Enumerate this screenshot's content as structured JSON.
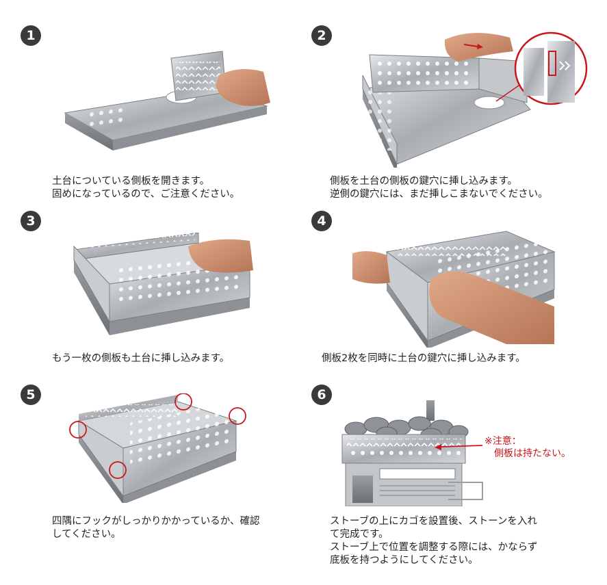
{
  "steps": [
    {
      "number": "1",
      "lines": [
        "土台についている側板を開きます。",
        "固めになっているので、ご注意ください。"
      ]
    },
    {
      "number": "2",
      "lines": [
        "側板を土台の側板の鍵穴に挿し込みます。",
        "逆側の鍵穴には、まだ挿しこまないでください。"
      ]
    },
    {
      "number": "3",
      "lines": [
        "もう一枚の側板も土台に挿し込みます。"
      ]
    },
    {
      "number": "4",
      "lines": [
        "側板2枚を同時に土台の鍵穴に挿し込みます。"
      ]
    },
    {
      "number": "5",
      "lines": [
        "四隅にフックがしっかりかかっているか、確認",
        "してください。"
      ]
    },
    {
      "number": "6",
      "lines": [
        "ストーブの上にカゴを設置後、ストーンを入れ",
        "て完成です。",
        "ストーブ上で位置を調整する際には、かならず",
        "底板を持つようにしてください。"
      ]
    }
  ],
  "note": {
    "line1": "※注意：",
    "line2": "側板は持たない。"
  },
  "colors": {
    "badge": "#3a3a3a",
    "note": "#c8161d",
    "steel": "#b8bcc0",
    "skin": "#c98a6a"
  }
}
